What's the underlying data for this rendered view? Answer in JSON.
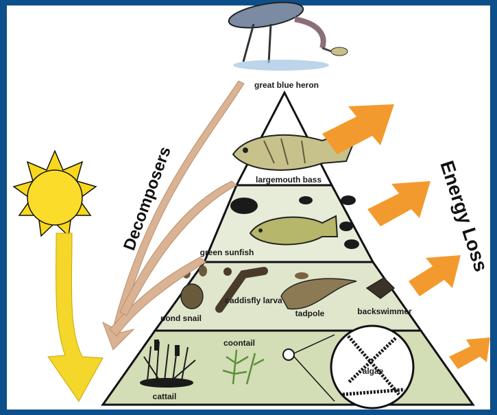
{
  "diagram": {
    "side_labels": {
      "decomposers": "Decomposers",
      "energy_loss": "Energy Loss"
    },
    "apex": {
      "label": "great blue heron"
    },
    "levels": [
      {
        "organisms": [
          "largemouth bass"
        ]
      },
      {
        "organisms": [
          "green sunfish"
        ]
      },
      {
        "organisms": [
          "pond snail",
          "caddisfly larva",
          "tadpole",
          "backswimmer"
        ]
      },
      {
        "organisms": [
          "cattail",
          "coontail",
          "algae"
        ]
      }
    ],
    "colors": {
      "background": "#0d4f8b",
      "canvas": "#ffffff",
      "pyramid_top": "#ffffff",
      "pyramid_level2": "#e6ecd8",
      "pyramid_level3": "#dfe6cc",
      "pyramid_level4": "#d3ddb6",
      "energy_arrow": "#f39a2e",
      "decomposer_arrow": "#d9b394",
      "sun": "#f9d71c",
      "sun_arrow": "#f5d62a"
    }
  }
}
